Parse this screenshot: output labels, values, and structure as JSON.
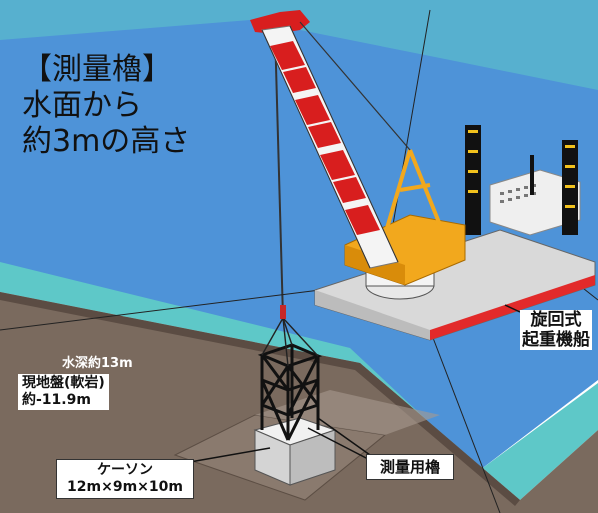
{
  "title": {
    "line1": "【測量櫓】",
    "line2": "水面から",
    "line3": "約3mの高さ"
  },
  "labels": {
    "crane_ship": [
      "旋回式",
      "起重機船"
    ],
    "water_depth": "水深約13m",
    "ground": [
      "現地盤(軟岩)",
      "約-11.9m"
    ],
    "caisson": [
      "ケーソン",
      "12m×9m×10m"
    ],
    "survey_tower": "測量用櫓"
  },
  "colors": {
    "sea_surface": "#5ec8c8",
    "sea_deep": "#4e93d8",
    "seabed": "#7a6a5e",
    "crane_red": "#d81e1e",
    "crane_yellow": "#f2a81d",
    "barge_top": "#d9d9d9",
    "barge_stripe": "#e22a2a",
    "tower": "#111111",
    "caisson": "#e6e6e6"
  }
}
